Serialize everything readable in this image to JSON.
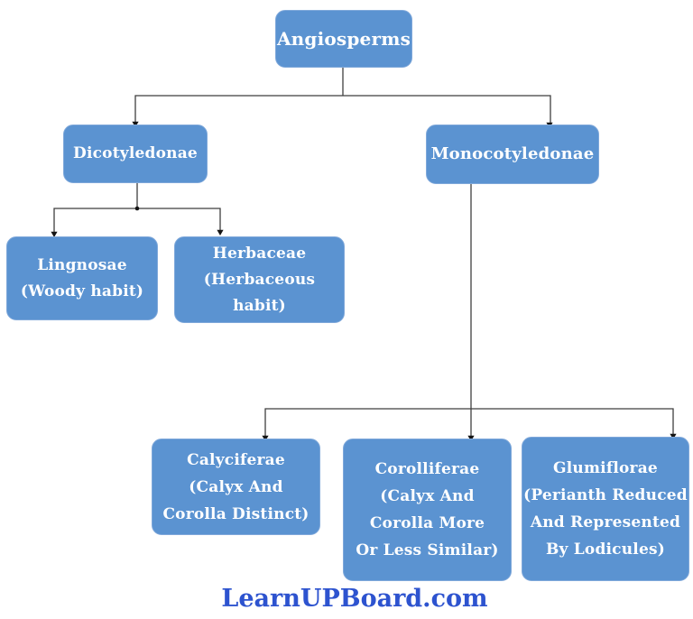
{
  "diagram": {
    "nodes": {
      "angiosperms": {
        "label": "Angiosperms"
      },
      "dicotyledonae": {
        "label": "Dicotyledonae"
      },
      "monocotyledonae": {
        "label": "Monocotyledonae"
      },
      "lingnosae": {
        "lines": [
          "Lingnosae",
          "(Woody habit)"
        ]
      },
      "herbaceae": {
        "lines": [
          "Herbaceae",
          "(Herbaceous habit)"
        ]
      },
      "calyciferae": {
        "lines": [
          "Calyciferae",
          "(Calyx And",
          "Corolla Distinct)"
        ]
      },
      "corolliferae": {
        "lines": [
          "Corolliferae",
          "(Calyx And",
          "Corolla More",
          "Or Less Similar)"
        ]
      },
      "glumiflorae": {
        "lines": [
          "Glumiflorae",
          "(Perianth Reduced",
          "And Represented",
          "By Lodicules)"
        ]
      }
    },
    "footer": "LearnUPBoard.com"
  },
  "colors": {
    "background": "#ffffff",
    "node_fill": "#5b93d1",
    "node_border": "#7fa8da",
    "node_text": "#ffffff",
    "connector": "#3f3f3f",
    "arrowhead": "#141414",
    "footer_text": "#2d53cf"
  }
}
